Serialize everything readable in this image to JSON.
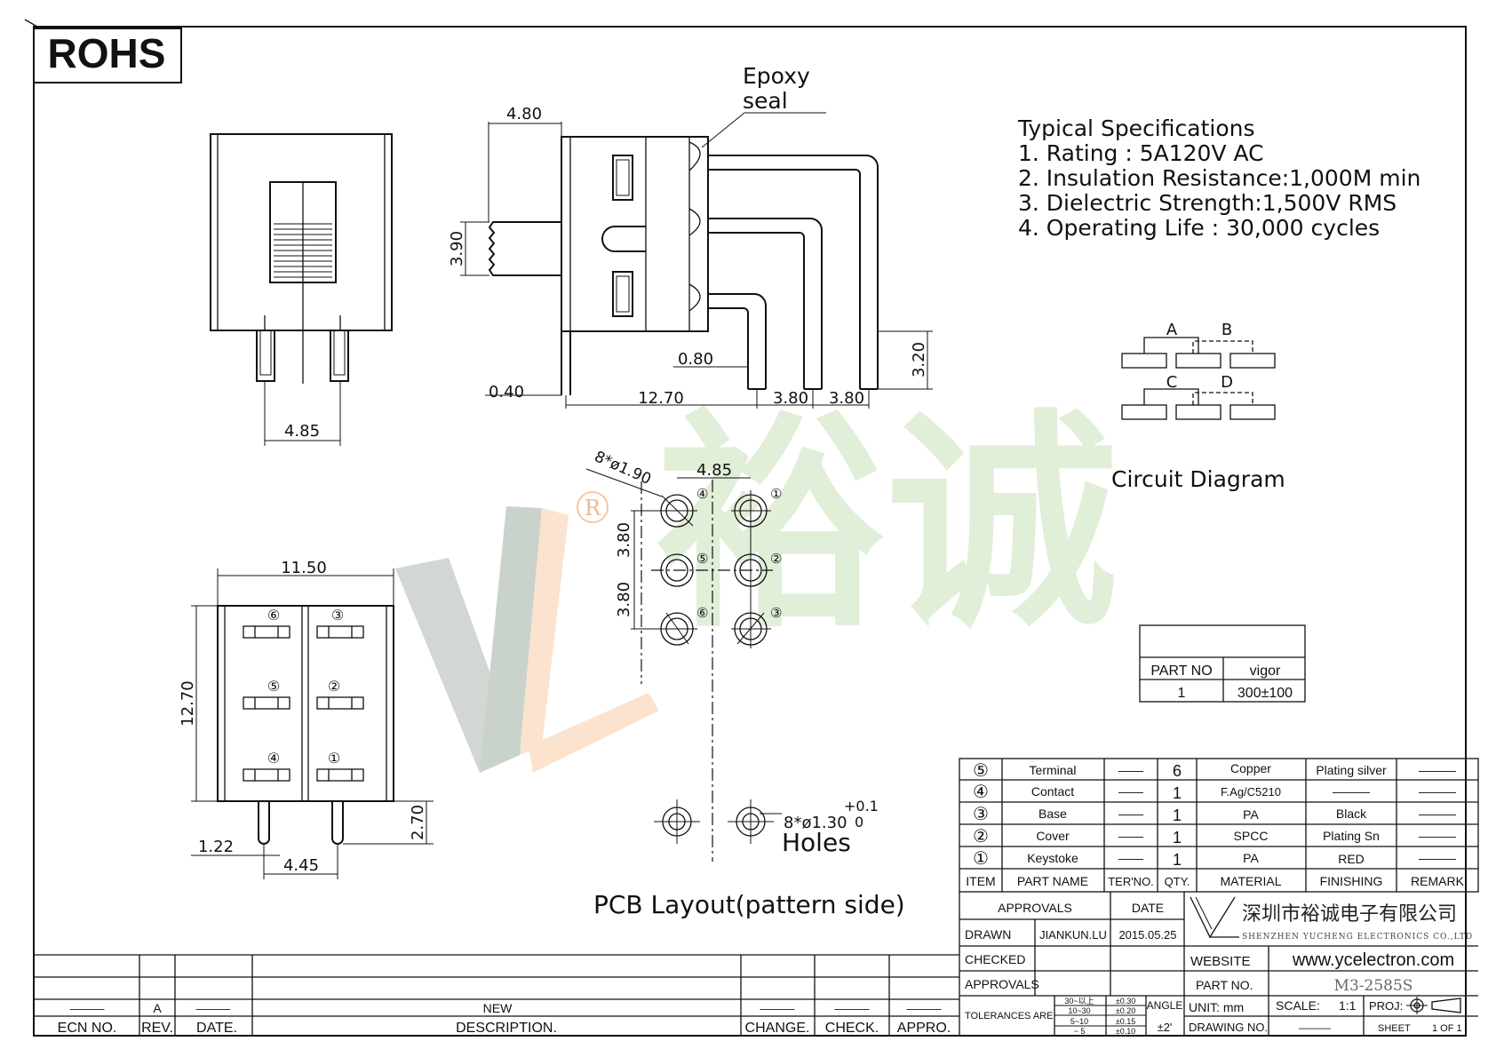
{
  "rohs": "ROHS",
  "labels": {
    "epoxy_1": "Epoxy",
    "epoxy_2": "seal",
    "circuit_title": "Circuit Diagram",
    "holes": "Holes",
    "pcb_title": "PCB Layout(pattern side)"
  },
  "dims": {
    "front_485": "4.85",
    "side_480": "4.80",
    "side_390": "3.90",
    "side_080": "0.80",
    "side_040": "0.40",
    "side_1270": "12.70",
    "side_380a": "3.80",
    "side_380b": "3.80",
    "side_320": "3.20",
    "bottom_1150": "11.50",
    "bottom_1270": "12.70",
    "bottom_270": "2.70",
    "bottom_122": "1.22",
    "bottom_445": "4.45",
    "pcb_holes1": "8*ø1.90",
    "pcb_485": "4.85",
    "pcb_380a": "3.80",
    "pcb_380b": "3.80",
    "pcb_holes2": "8*ø1.30",
    "tol_plus": "+0.1",
    "tol_zero": "0"
  },
  "pins": {
    "p1": "①",
    "p2": "②",
    "p3": "③",
    "p4": "④",
    "p5": "⑤",
    "p6": "⑥"
  },
  "specs": {
    "title": "Typical Specifications",
    "items": [
      "1. Rating : 5A120V AC",
      "2. Insulation Resistance:1,000M min",
      "3. Dielectric Strength:1,500V RMS",
      "4. Operating Life : 30,000 cycles"
    ]
  },
  "circuit": {
    "a": "A",
    "b": "B",
    "c": "C",
    "d": "D"
  },
  "part_table": {
    "headers": [
      "PART NO",
      "vigor"
    ],
    "row": [
      "1",
      "300±100"
    ]
  },
  "bom": {
    "rows": [
      {
        "item": "⑤",
        "name": "Terminal",
        "ter": "——",
        "qty": "6",
        "material": "Copper",
        "finishing": "Plating silver",
        "remark": "———"
      },
      {
        "item": "④",
        "name": "Contact",
        "ter": "——",
        "qty": "1",
        "material": "F.Ag/C5210",
        "finishing": "———",
        "remark": "———"
      },
      {
        "item": "③",
        "name": "Base",
        "ter": "——",
        "qty": "1",
        "material": "PA",
        "finishing": "Black",
        "remark": "———"
      },
      {
        "item": "②",
        "name": "Cover",
        "ter": "——",
        "qty": "1",
        "material": "SPCC",
        "finishing": "Plating Sn",
        "remark": "———"
      },
      {
        "item": "①",
        "name": "Keystoke",
        "ter": "——",
        "qty": "1",
        "material": "PA",
        "finishing": "RED",
        "remark": "———"
      }
    ],
    "headers": [
      "ITEM",
      "PART NAME",
      "TER'NO.",
      "QTY.",
      "MATERIAL",
      "FINISHING",
      "REMARK"
    ]
  },
  "title_block": {
    "approvals_head": "APPROVALS",
    "date_head": "DATE",
    "drawn": "DRAWN",
    "drawn_by": "JIANKUN.LU",
    "drawn_date": "2015.05.25",
    "checked": "CHECKED",
    "approvals": "APPROVALS",
    "tolerances": "TOLERANCES ARE",
    "tol_ranges": [
      "30~以上",
      "10~30",
      "5~10",
      "~ 5"
    ],
    "tol_values": [
      "±0.30",
      "±0.20",
      "±0.15",
      "±0.10"
    ],
    "angle": "ANGLE",
    "angle_val": "±2'",
    "company_cn": "深圳市裕诚电子有限公司",
    "company_en": "SHENZHEN YUCHENG ELECTRONICS CO.,LTD",
    "website_label": "WEBSITE",
    "website": "www.ycelectron.com",
    "partno_label": "PART NO.",
    "partno": "M3-2585S",
    "unit": "UNIT: mm",
    "scale_label": "SCALE:",
    "scale": "1:1",
    "proj": "PROJ:",
    "drawing_no": "DRAWING NO.",
    "drawing_no_val": "———",
    "sheet": "SHEET",
    "sheet_val": "1 OF 1"
  },
  "revision": {
    "row": {
      "ecn": "———",
      "rev": "A",
      "date": "———",
      "desc": "NEW",
      "change": "———",
      "check": "———",
      "appro": "———"
    },
    "headers": {
      "ecn": "ECN NO.",
      "rev": "REV.",
      "date": "DATE.",
      "desc": "DESCRIPTION.",
      "change": "CHANGE.",
      "check": "CHECK.",
      "appro": "APPRO."
    }
  },
  "watermark": {
    "cn": "裕诚",
    "reg": "R"
  }
}
